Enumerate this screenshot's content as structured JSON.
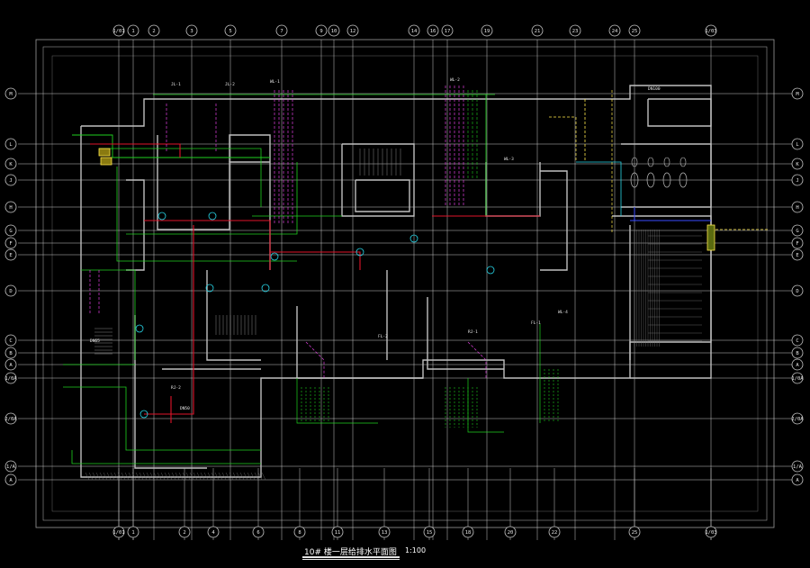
{
  "drawing": {
    "background": "#000000",
    "title": "10# 楼一层给排水平面图",
    "scale": "1:100",
    "colors": {
      "frame": "#9a9a9a",
      "axis": "#c8c8c8",
      "wall": "#bfbfbf",
      "supply_green": "#1fd11f",
      "drain_red": "#e0142a",
      "hot_magenta": "#e040e0",
      "cyan": "#27d6e8",
      "yellow": "#ffe84a",
      "blue": "#3a4cff",
      "text": "#e8e8e8"
    }
  },
  "axes": {
    "top_labels": [
      "1/01",
      "1",
      "2",
      "3",
      "5",
      "7",
      "9",
      "10",
      "12",
      "14",
      "16",
      "17",
      "19",
      "21",
      "23",
      "24",
      "25",
      "1/03"
    ],
    "bottom_labels": [
      "1/01",
      "1",
      "2",
      "4",
      "6",
      "8",
      "11",
      "13",
      "15",
      "18",
      "20",
      "22",
      "25",
      "1/03"
    ],
    "left_labels": [
      "M",
      "L",
      "K",
      "J",
      "H",
      "G",
      "F",
      "E",
      "D",
      "C",
      "B",
      "A",
      "1/0A",
      "2/0A",
      "1/A",
      "A"
    ],
    "right_labels": [
      "M",
      "L",
      "K",
      "J",
      "H",
      "G",
      "F",
      "E",
      "D",
      "C",
      "B",
      "A",
      "1/0A",
      "2/0A",
      "1/A",
      "A"
    ]
  },
  "notes": {
    "pipe_tags": [
      "JL-1",
      "JL-2",
      "WL-1",
      "WL-2",
      "WL-3",
      "WL-4",
      "FL-1",
      "FL-2",
      "RJ-1",
      "RJ-2",
      "DN50",
      "DN65",
      "DN100"
    ]
  }
}
